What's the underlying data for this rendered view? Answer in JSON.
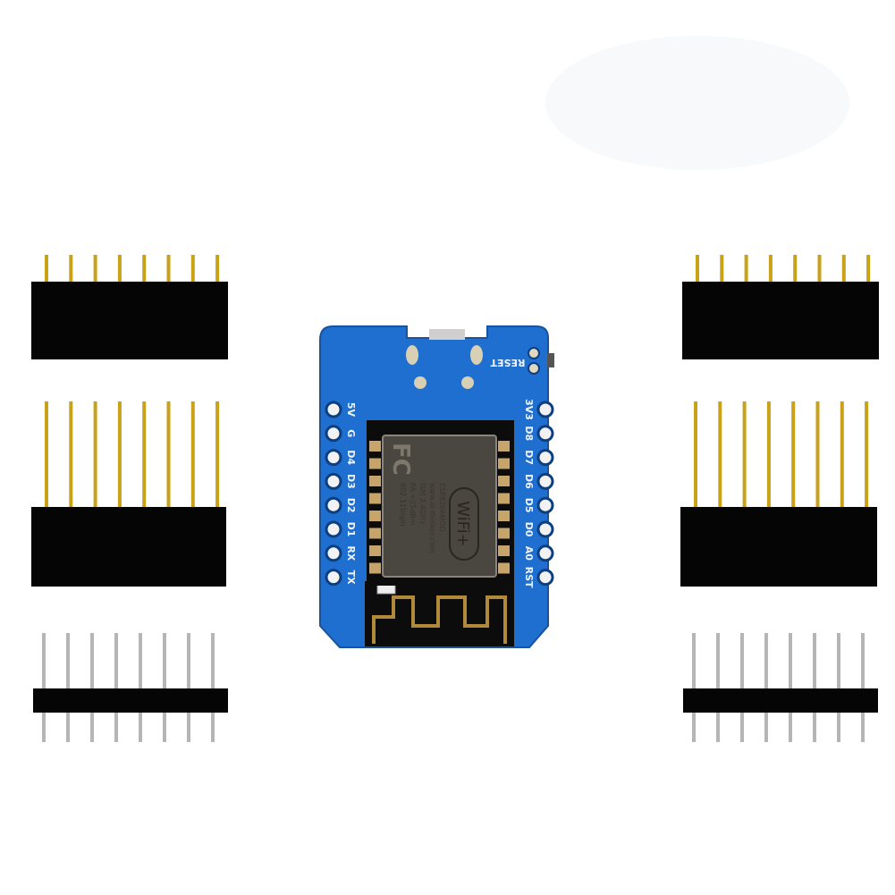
{
  "board": {
    "left_pins": [
      "5V",
      "G",
      "D4",
      "D3",
      "D2",
      "D1",
      "RX",
      "TX"
    ],
    "right_pins": [
      "3V3",
      "D8",
      "D7",
      "D6",
      "D5",
      "D0",
      "A0",
      "RST"
    ],
    "reset_label": "RESET",
    "module": {
      "fcc_mark": "FC",
      "lines": [
        "ESP8266MOD",
        "www.ai-thinker.com",
        "ISM 2.4GHz",
        "PA +25dBm",
        "802.11b/g/n"
      ],
      "wifi_badge": "WiFi+"
    }
  },
  "colors": {
    "pcb": "#1f6fd0",
    "header": "#050505",
    "pin_gold": "#c9a21a",
    "pin_silver": "#b5b5b5",
    "shield": "#4a4640"
  },
  "headers": {
    "pins_per_header": 8,
    "left_count": 3,
    "right_count": 3
  }
}
